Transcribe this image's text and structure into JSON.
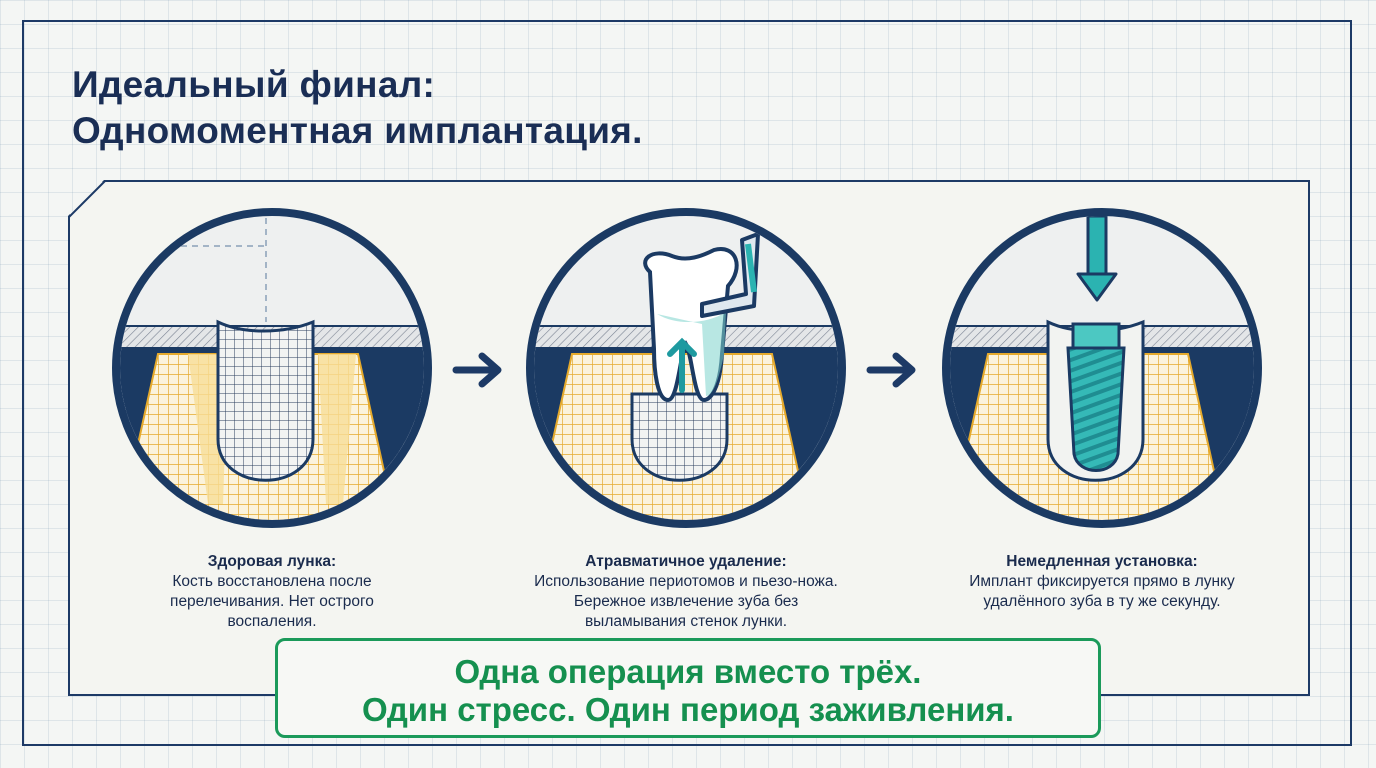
{
  "title": {
    "line1": "Идеальный финал:",
    "line2": "Одномоментная имплантация."
  },
  "steps": [
    {
      "title": "Здоровая лунка:",
      "lines": [
        "Кость восстановлена после",
        "перелечивания. Нет острого",
        "воспаления."
      ]
    },
    {
      "title": "Атравматичное удаление:",
      "lines": [
        "Использование периотомов и пьезо-ножа.",
        "Бережное извлечение зуба без",
        "выламывания стенок лунки."
      ]
    },
    {
      "title": "Немедленная установка:",
      "lines": [
        "Имплант фиксируется прямо в лунку",
        "удалённого зуба в ту же секунду."
      ]
    }
  ],
  "banner": {
    "line1": "Одна операция вместо трёх.",
    "line2": "Один стресс. Один период заживления."
  },
  "colors": {
    "navy": "#1d3a66",
    "bone": "#f3c25a",
    "implant": "#2bb3b1",
    "accent_green": "#1b9a5a"
  },
  "icons": [
    "arrow-right-icon",
    "down-arrow-icon",
    "up-arrow-icon"
  ]
}
